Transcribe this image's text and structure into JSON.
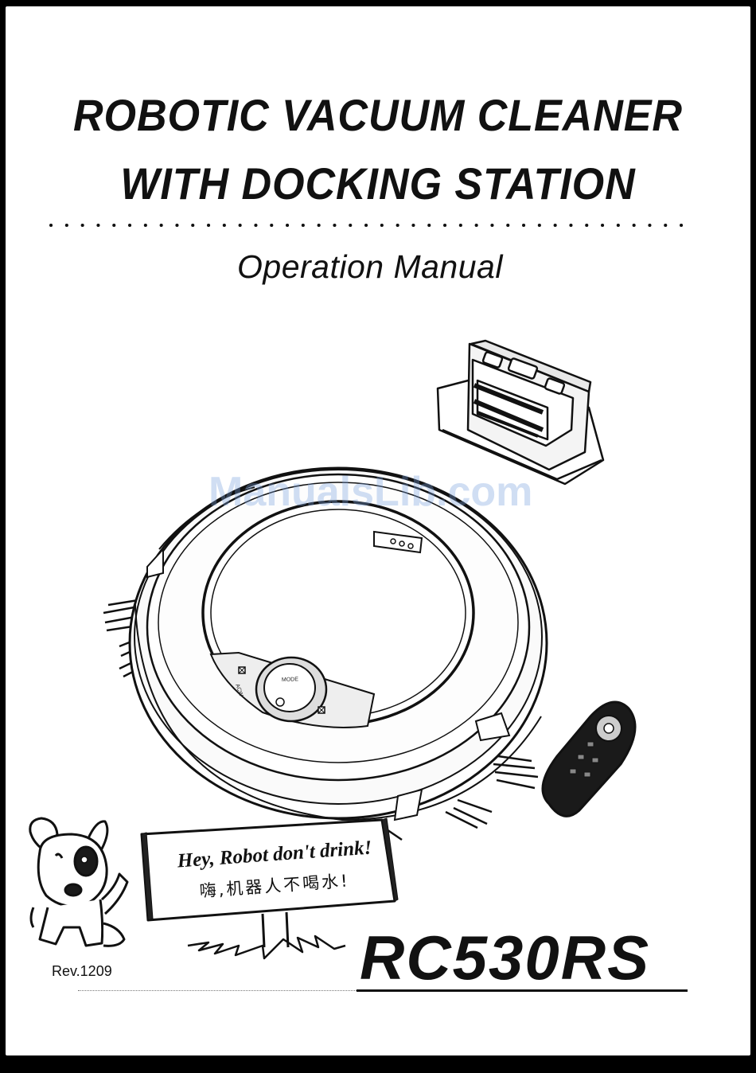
{
  "cover": {
    "title_line1": "ROBOTIC VACUUM CLEANER",
    "title_line2": "WITH DOCKING STATION",
    "subtitle": "Operation Manual",
    "watermark": "ManualsLib.com",
    "sign_text_en": "Hey, Robot don't drink!",
    "sign_text_zh": "嗨,机器人不喝水!",
    "revision": "Rev.1209",
    "model": "RC530RS"
  },
  "illustration_labels": {
    "robot_mode_label": "MODE",
    "robot_acw_label": "ACW"
  },
  "colors": {
    "background": "#000000",
    "sheet": "#ffffff",
    "ink": "#111111",
    "watermark": "#78a0dc"
  },
  "icons": {
    "docking_station": "docking-station-icon",
    "robot": "robot-vacuum-icon",
    "remote": "remote-control-icon",
    "dog": "cartoon-dog-icon",
    "power": "power-icon"
  }
}
